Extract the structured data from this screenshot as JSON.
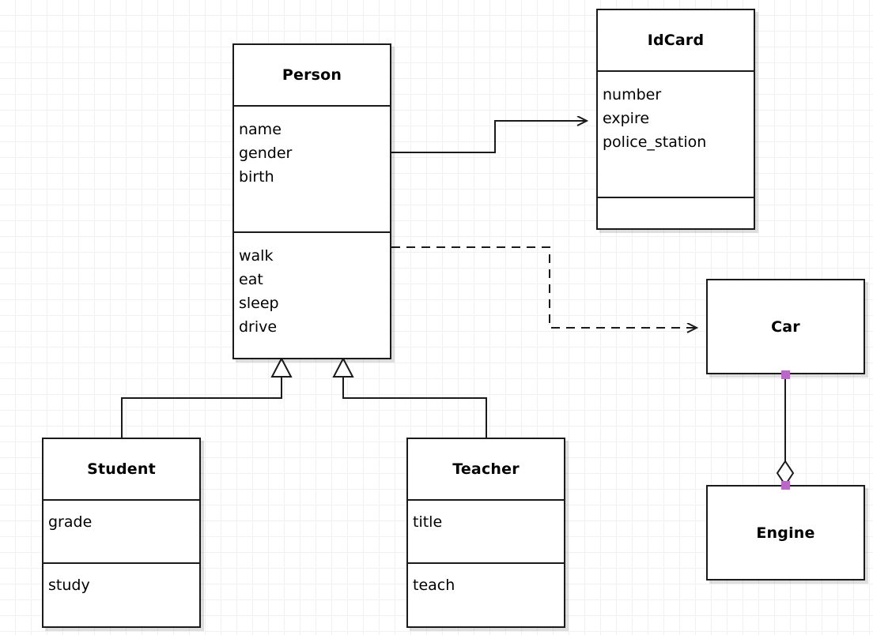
{
  "diagram": {
    "kind": "uml-class-diagram",
    "background": "#ffffff",
    "grid_color": "#f1f1f1",
    "line_color": "#1a1a1a",
    "handle_color": "#b968c7"
  },
  "classes": [
    {
      "id": "person",
      "name": "Person",
      "attributes": [
        "name",
        "gender",
        "birth"
      ],
      "methods": [
        "walk",
        "eat",
        "sleep",
        "drive"
      ]
    },
    {
      "id": "idcard",
      "name": "IdCard",
      "attributes": [
        "number",
        "expire",
        "police_station"
      ],
      "methods": []
    },
    {
      "id": "student",
      "name": "Student",
      "attributes": [
        "grade"
      ],
      "methods": [
        "study"
      ]
    },
    {
      "id": "teacher",
      "name": "Teacher",
      "attributes": [
        "title"
      ],
      "methods": [
        "teach"
      ]
    },
    {
      "id": "car",
      "name": "Car",
      "attributes": [],
      "methods": []
    },
    {
      "id": "engine",
      "name": "Engine",
      "attributes": [],
      "methods": []
    }
  ],
  "relationships": [
    {
      "id": "person-idcard",
      "type": "association",
      "style": "solid",
      "arrow": "open",
      "from": "person",
      "to": "idcard"
    },
    {
      "id": "person-car",
      "type": "dependency",
      "style": "dashed",
      "arrow": "open",
      "from": "person",
      "to": "car"
    },
    {
      "id": "student-person",
      "type": "generalization",
      "style": "solid",
      "arrow": "hollow-triangle",
      "from": "student",
      "to": "person"
    },
    {
      "id": "teacher-person",
      "type": "generalization",
      "style": "solid",
      "arrow": "hollow-triangle",
      "from": "teacher",
      "to": "person"
    },
    {
      "id": "car-engine",
      "type": "aggregation",
      "style": "solid",
      "arrow": "hollow-diamond",
      "from": "engine",
      "to": "car",
      "selected": true
    }
  ]
}
